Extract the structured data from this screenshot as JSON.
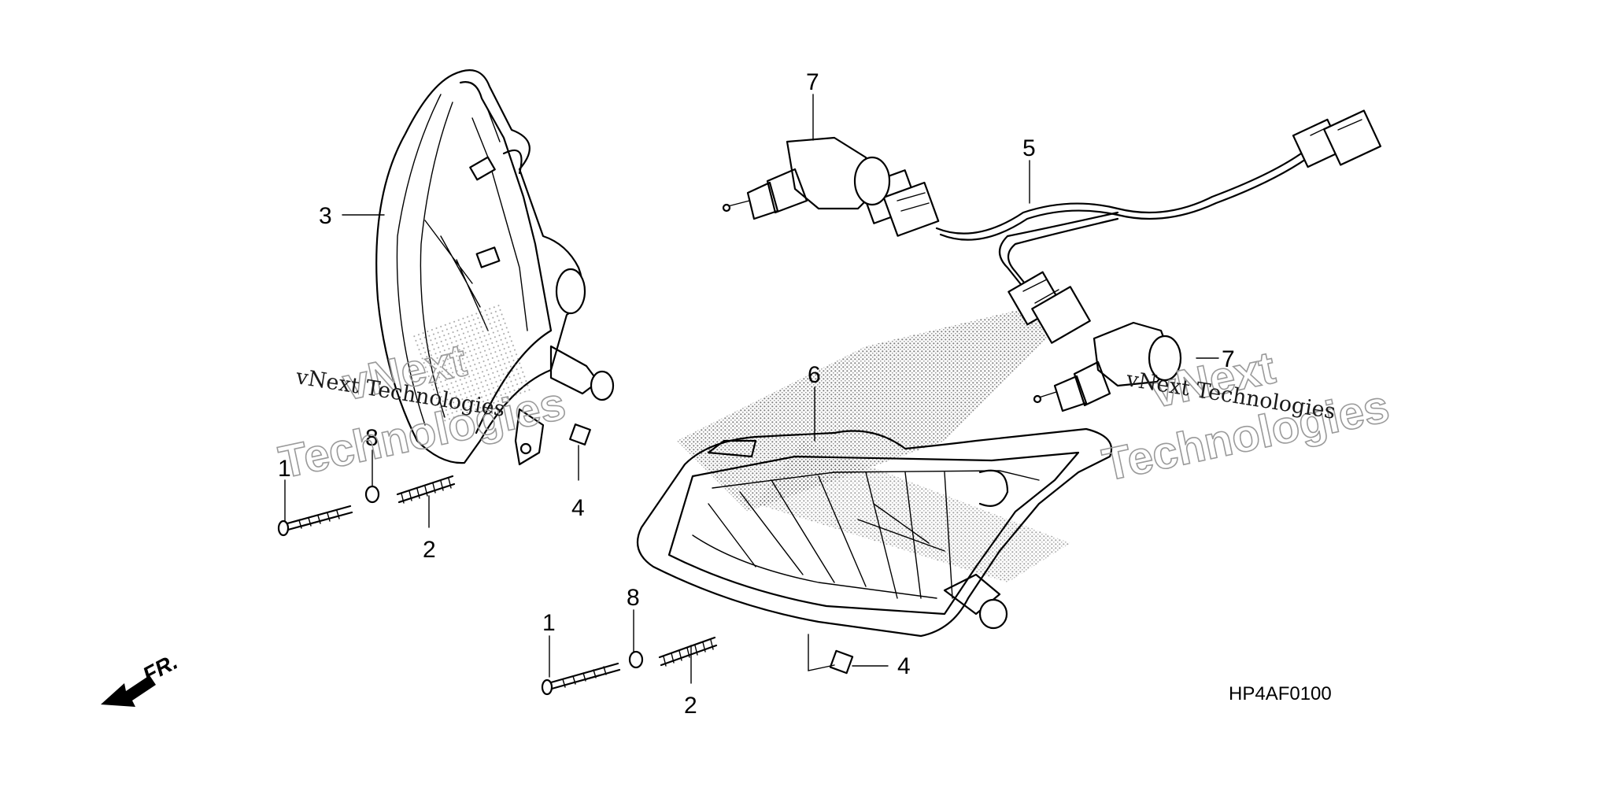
{
  "diagram": {
    "callouts": {
      "c1a": "1",
      "c1b": "1",
      "c2a": "2",
      "c2b": "2",
      "c3": "3",
      "c4a": "4",
      "c4b": "4",
      "c5": "5",
      "c6": "6",
      "c7a": "7",
      "c7b": "7",
      "c8a": "8",
      "c8b": "8"
    },
    "direction_label": "FR.",
    "diagram_code": "HP4AF0100"
  },
  "watermark": {
    "left_small": "vNext Technologies",
    "left_big_line1": "vNext",
    "left_big_line2": "Technologies",
    "right_small": "vNext Technologies",
    "right_big_line1": "vNext",
    "right_big_line2": "Technologies"
  },
  "colors": {
    "line": "#000000",
    "stipple": "#808080",
    "watermark": "#9a9a9a"
  }
}
